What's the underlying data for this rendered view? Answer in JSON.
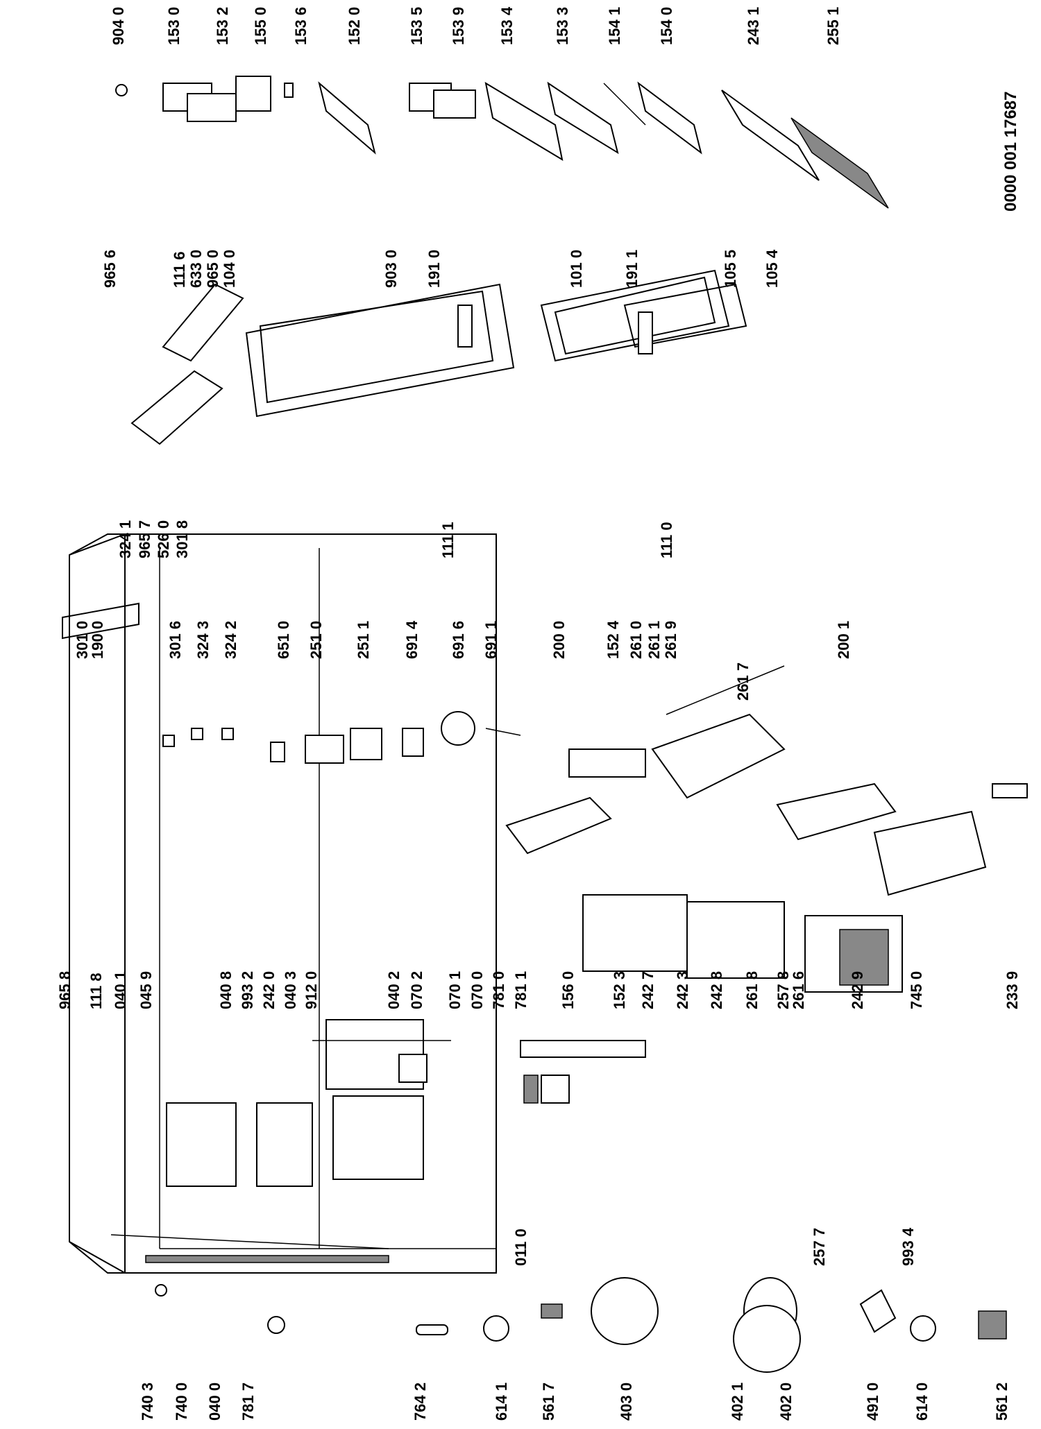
{
  "document_id": "0000 001 17687",
  "part_labels": [
    "740 3",
    "740 0",
    "040 0",
    "781 7",
    "764 2",
    "614 1",
    "561 7",
    "403 0",
    "402 1",
    "402 0",
    "491 0",
    "614 0",
    "561 2",
    "011 0",
    "257 7",
    "993 4",
    "965 8",
    "111 8",
    "040 1",
    "045 9",
    "040 8",
    "993 2",
    "242 0",
    "040 3",
    "912 0",
    "040 2",
    "070 2",
    "070 1",
    "070 0",
    "781 0",
    "781 1",
    "156 0",
    "152 3",
    "242 7",
    "242 3",
    "242 8",
    "261 8",
    "257 8",
    "261 6",
    "242 9",
    "745 0",
    "233 9",
    "301 0",
    "190 0",
    "301 6",
    "324 3",
    "324 2",
    "651 0",
    "251 0",
    "251 1",
    "691 4",
    "691 6",
    "691 1",
    "200 0",
    "152 4",
    "261 0",
    "261 1",
    "261 9",
    "261 7",
    "200 1",
    "324 1",
    "965 7",
    "526 0",
    "301 8",
    "111 1",
    "111 0",
    "965 6",
    "111 6",
    "633 0",
    "965 0",
    "104 0",
    "903 0",
    "191 0",
    "101 0",
    "191 1",
    "105 5",
    "105 4",
    "904 0",
    "153 0",
    "153 2",
    "155 0",
    "153 6",
    "152 0",
    "153 5",
    "153 9",
    "153 4",
    "153 3",
    "154 1",
    "154 0",
    "243 1",
    "255 1"
  ]
}
